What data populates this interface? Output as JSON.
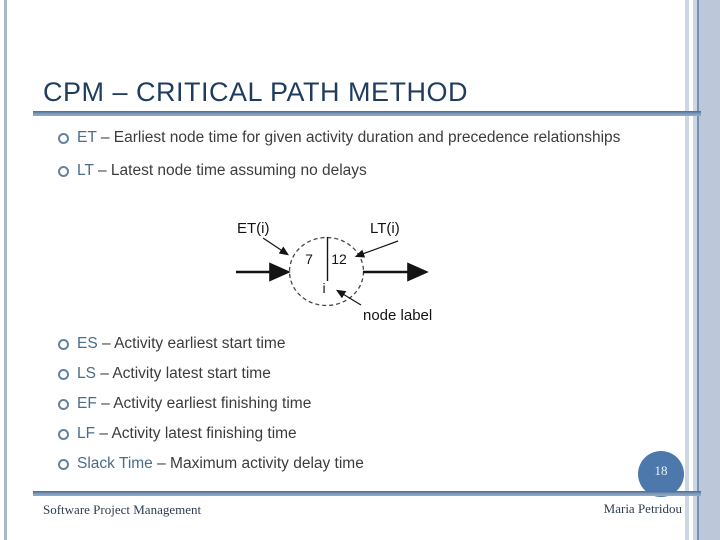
{
  "slide": {
    "title": "CPM – CRITICAL PATH METHOD",
    "bullets_top": [
      {
        "keyword": "ET",
        "text": " – Earliest node time for given activity duration and precedence relationships"
      },
      {
        "keyword": "LT",
        "text": " – Latest node time assuming no delays"
      }
    ],
    "bullets_bottom": [
      {
        "keyword": "ES",
        "text": " – Activity earliest start time"
      },
      {
        "keyword": "LS",
        "text": " – Activity latest start time"
      },
      {
        "keyword": "EF",
        "text": " – Activity earliest finishing time"
      },
      {
        "keyword": "LF",
        "text": " – Activity latest finishing time"
      },
      {
        "keyword": "Slack Time",
        "text": " – Maximum activity delay time"
      }
    ],
    "diagram": {
      "et_label": "ET(i)",
      "lt_label": "LT(i)",
      "et_value": "7",
      "lt_value": "12",
      "node_id": "i",
      "node_label": "node label"
    },
    "page_number": "18",
    "footer_left": "Software Project Management",
    "footer_right": "Maria Petridou",
    "colors": {
      "title": "#1f3c5f",
      "keyword": "#4b6d8a",
      "body_text": "#3c3c3c",
      "accent_bar": "#7e9abd",
      "page_circle": "#4c78ab",
      "edge_stripe": "#bcc8da"
    }
  }
}
